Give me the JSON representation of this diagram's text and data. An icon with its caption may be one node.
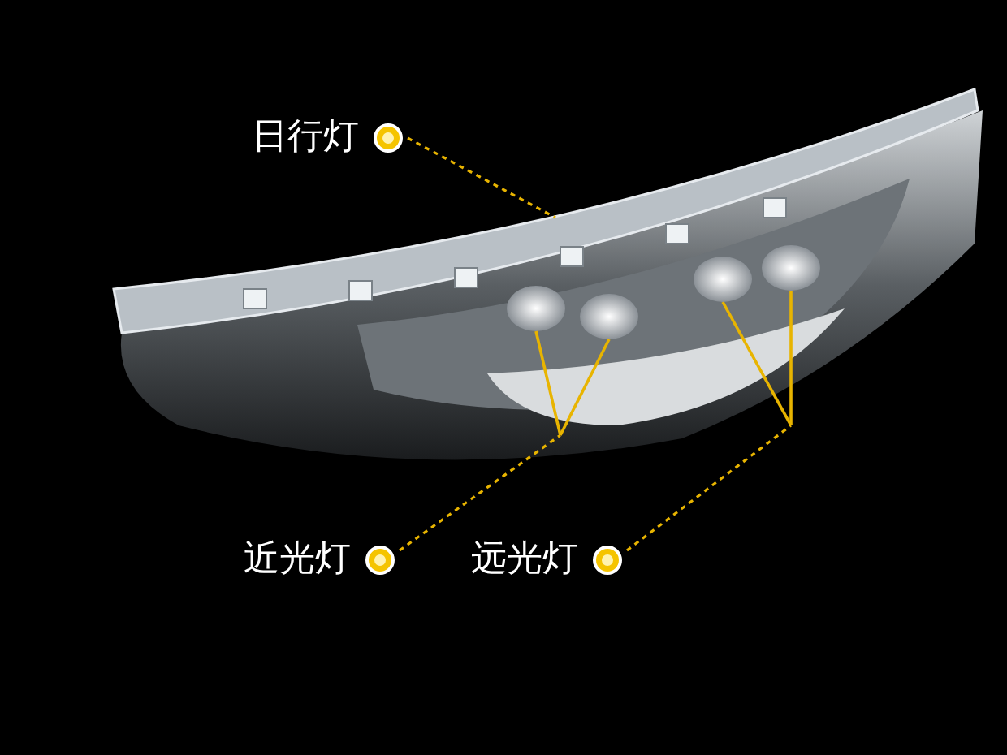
{
  "diagram": {
    "nodes": [
      {
        "text": [
          "日行灯"
        ]
      },
      {
        "text": [
          "近光灯"
        ]
      },
      {
        "text": [
          "远光灯"
        ]
      },
      {
        "text": [],
        "shape": "picture"
      },
      {
        "text": [],
        "shape": "picture"
      },
      {
        "text": [],
        "shape": "picture"
      },
      {
        "text": [],
        "shape": "picture"
      },
      {
        "text": [],
        "shape": "picture"
      }
    ],
    "edges": [
      {
        "from": 0,
        "to": 3,
        "arrow": "none"
      },
      {
        "from": 1,
        "to": 4,
        "arrow": "none"
      },
      {
        "from": 1,
        "to": 5,
        "arrow": "none"
      },
      {
        "from": 2,
        "to": 6,
        "arrow": "none"
      },
      {
        "from": 2,
        "to": 7,
        "arrow": "none"
      }
    ]
  }
}
